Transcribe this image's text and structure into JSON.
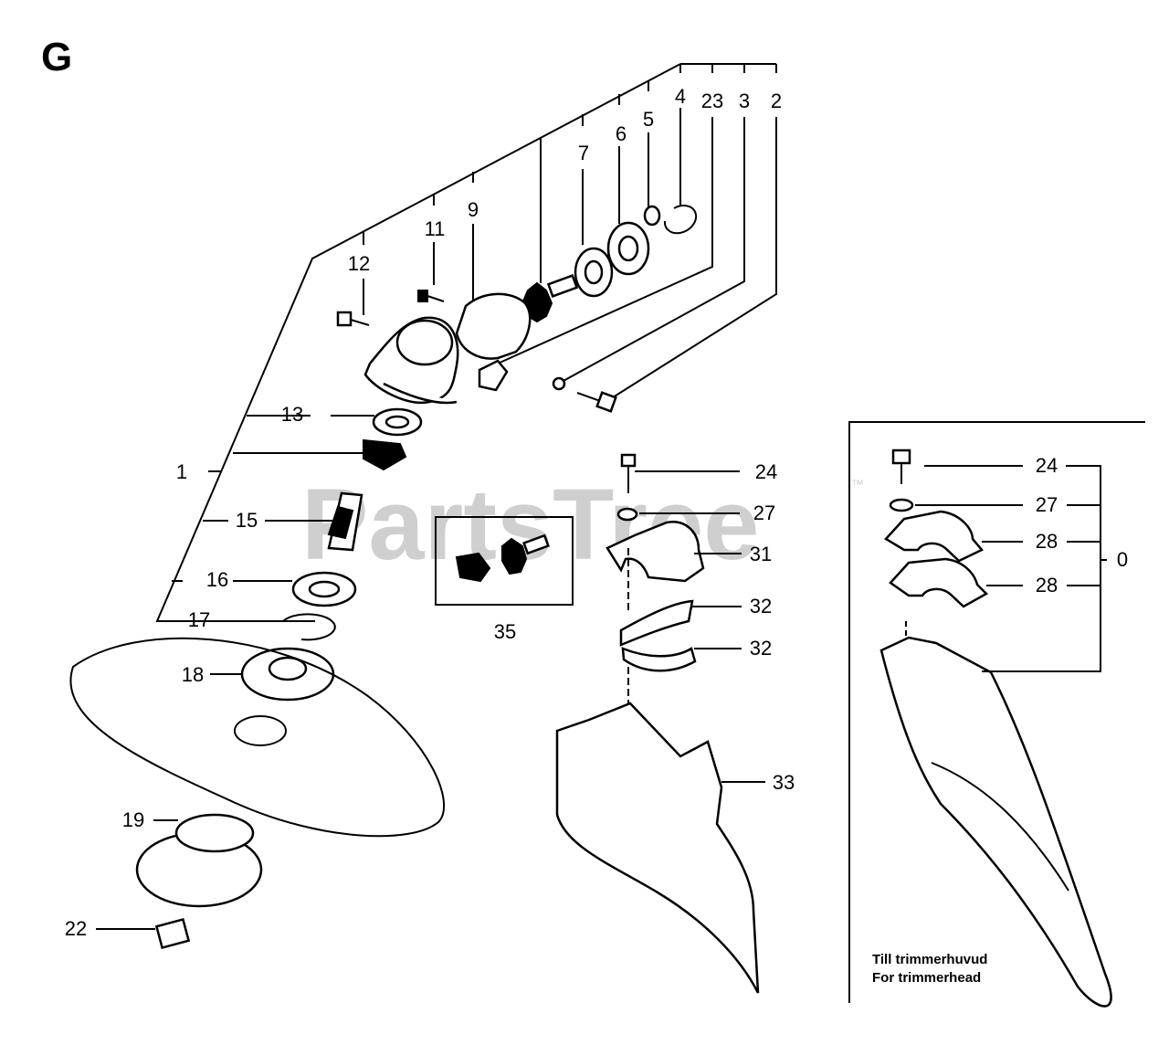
{
  "section_letter": "G",
  "watermark": "PartsTree",
  "watermark_tm": "™",
  "callouts": {
    "c0": "0",
    "c1": "1",
    "c2": "2",
    "c3": "3",
    "c4": "4",
    "c5": "5",
    "c6": "6",
    "c7": "7",
    "c9": "9",
    "c11": "11",
    "c12": "12",
    "c13": "13",
    "c15": "15",
    "c16": "16",
    "c17": "17",
    "c18": "18",
    "c19": "19",
    "c22": "22",
    "c23": "23",
    "c24": "24",
    "c27": "27",
    "c28": "28",
    "c31": "31",
    "c32": "32",
    "c33": "33",
    "c35": "35"
  },
  "inset_caption": {
    "line1": "Till trimmerhuvud",
    "line2": "For trimmerhead"
  }
}
